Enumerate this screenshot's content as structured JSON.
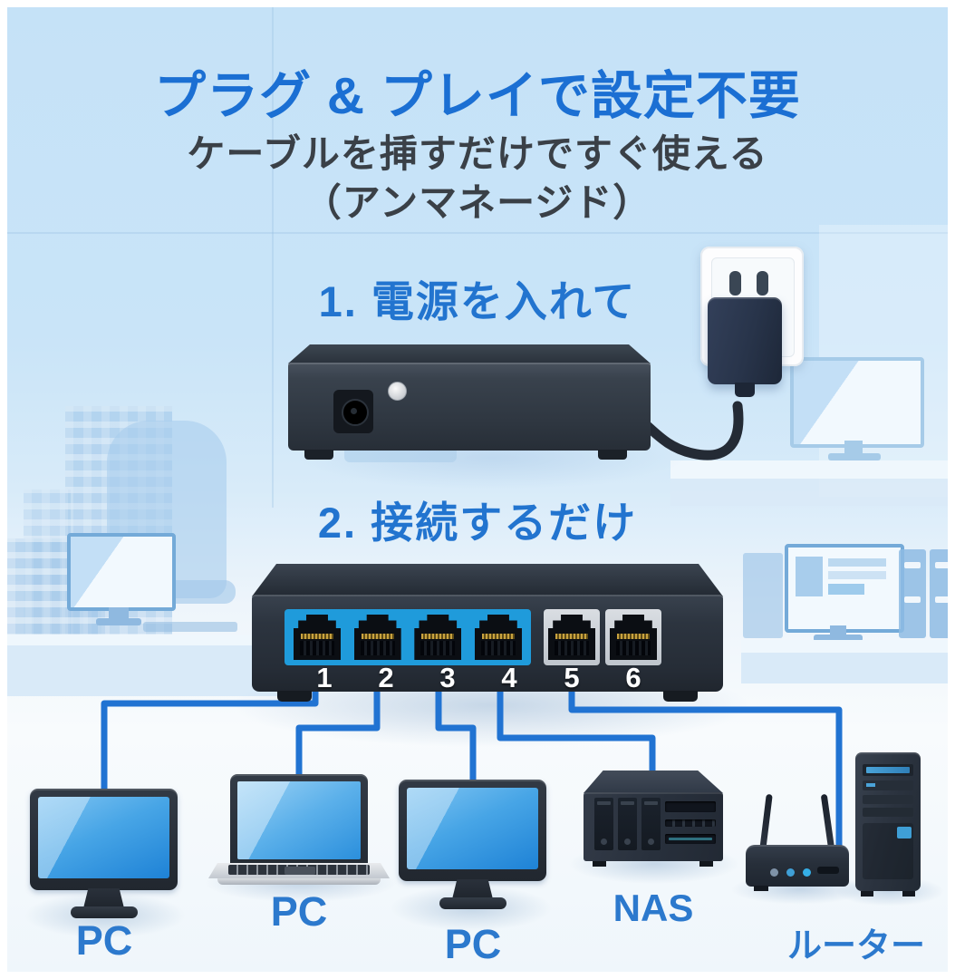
{
  "header": {
    "title": "プラグ & プレイで設定不要",
    "subtitle_line1": "ケーブルを挿すだけですぐ使える",
    "subtitle_line2": "（アンマネージド）"
  },
  "steps": [
    {
      "label": "1. 電源を入れて"
    },
    {
      "label": "2. 接続するだけ"
    }
  ],
  "switch_front": {
    "ports": [
      {
        "number": "1",
        "panel": "blue",
        "connected": true
      },
      {
        "number": "2",
        "panel": "blue",
        "connected": true
      },
      {
        "number": "3",
        "panel": "blue",
        "connected": true
      },
      {
        "number": "4",
        "panel": "blue",
        "connected": true
      },
      {
        "number": "5",
        "panel": "gray",
        "connected": true
      },
      {
        "number": "6",
        "panel": "gray",
        "connected": false
      }
    ]
  },
  "devices": [
    {
      "label": "PC",
      "type": "desktop-monitor"
    },
    {
      "label": "PC",
      "type": "laptop"
    },
    {
      "label": "PC",
      "type": "desktop-monitor"
    },
    {
      "label": "NAS",
      "type": "nas"
    },
    {
      "label": "ルーター",
      "type": "wifi-router"
    },
    {
      "label": "",
      "type": "tower-pc"
    }
  ],
  "colors": {
    "title_blue": "#1b6fd3",
    "text_dark": "#3a4047",
    "step_blue": "#2274cf",
    "cable_blue": "#2173d2",
    "port_panel_blue": "#1f9bdb",
    "label_blue": "#2c79cd",
    "background_top": "#c5e2f7",
    "device_dark": "#262e39"
  }
}
